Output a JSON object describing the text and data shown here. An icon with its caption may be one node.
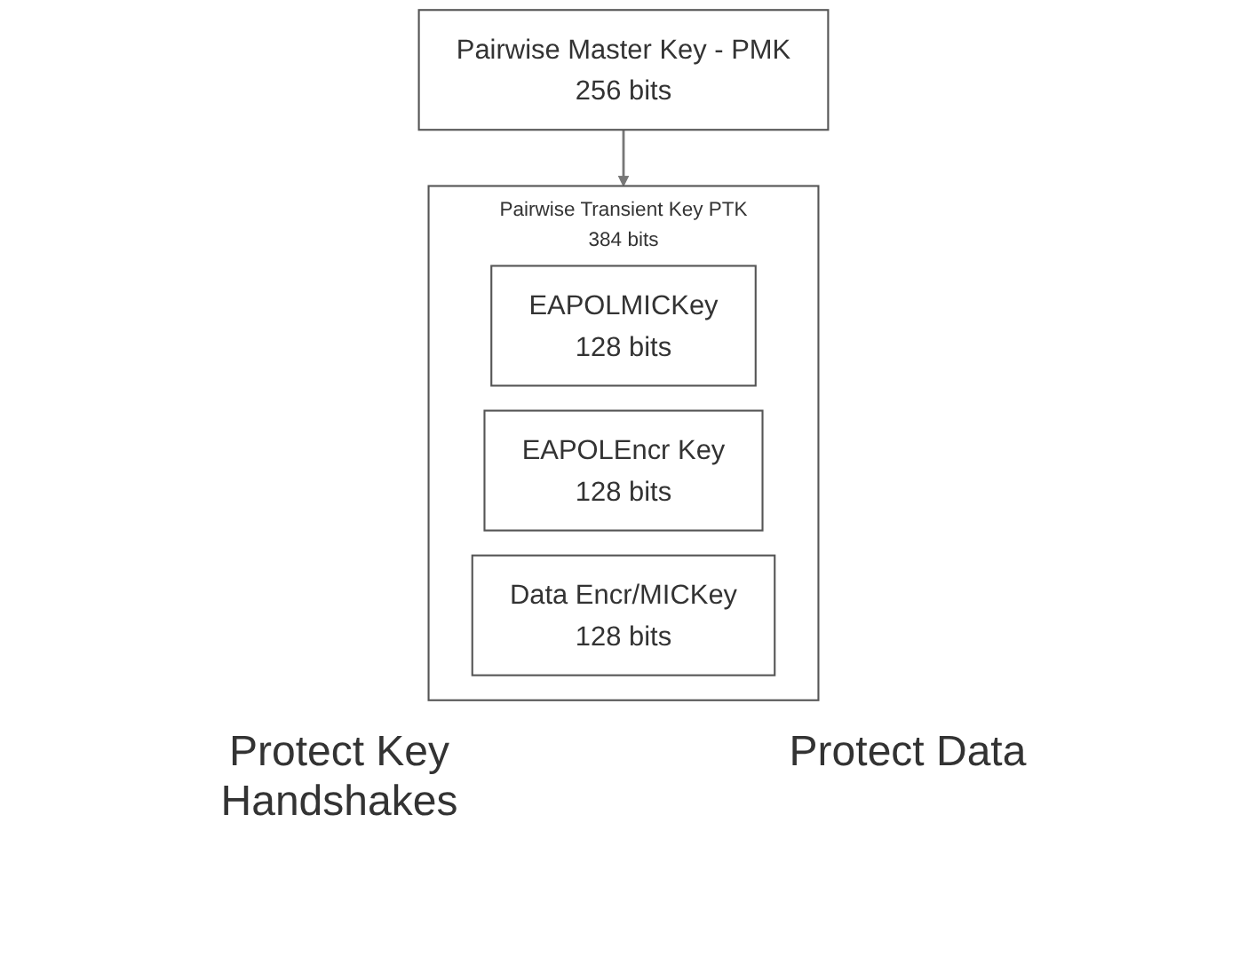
{
  "diagram": {
    "nodes": [
      {
        "text": [
          "Pairwise Master Key - PMK",
          "256 bits"
        ]
      },
      {
        "text": [
          "Pairwise Transient Key PTK",
          "384 bits"
        ]
      },
      {
        "text": [
          "EAPOLMICKey",
          "128 bits"
        ],
        "in": 1
      },
      {
        "text": [
          "EAPOLEncr Key",
          "128 bits"
        ],
        "in": 1
      },
      {
        "text": [
          "Data Encr/MICKey",
          "128 bits"
        ],
        "in": 1
      }
    ],
    "edges": [
      {
        "from": 0,
        "to": 1,
        "arrow": "to"
      }
    ],
    "labels": [
      "Protect Key Handshakes",
      "Protect Data"
    ]
  }
}
